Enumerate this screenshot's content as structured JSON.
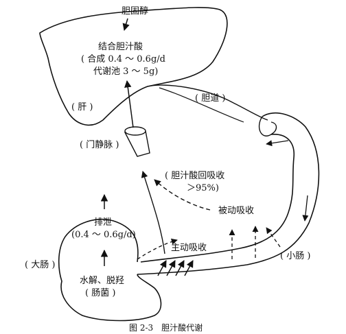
{
  "labels": {
    "cholesterol": "胆固醇",
    "conjugated_bile_acid": "结合胆汁酸",
    "synthesis": "( 合成 0.4 ～ 0.6g/d",
    "metabolic_pool": "代谢池 3 ～ 5g)",
    "liver": "( 肝 )",
    "bile_duct": "( 胆道 )",
    "portal_vein": "( 门静脉 )",
    "reabsorption_line1": "( 胆汁酸回吸收",
    "reabsorption_line2": "＞95%)",
    "passive_absorption": "被动吸收",
    "active_absorption": "主动吸收",
    "excretion": "排泄",
    "excretion_amount": "(0.4 ～ 0.6g/d)",
    "large_intestine": "( 大肠 )",
    "small_intestine": "( 小肠 )",
    "hydrolysis": "水解、脱羟",
    "bacteria": "( 肠菌 )",
    "caption": "图 2-3　胆汁酸代谢"
  }
}
